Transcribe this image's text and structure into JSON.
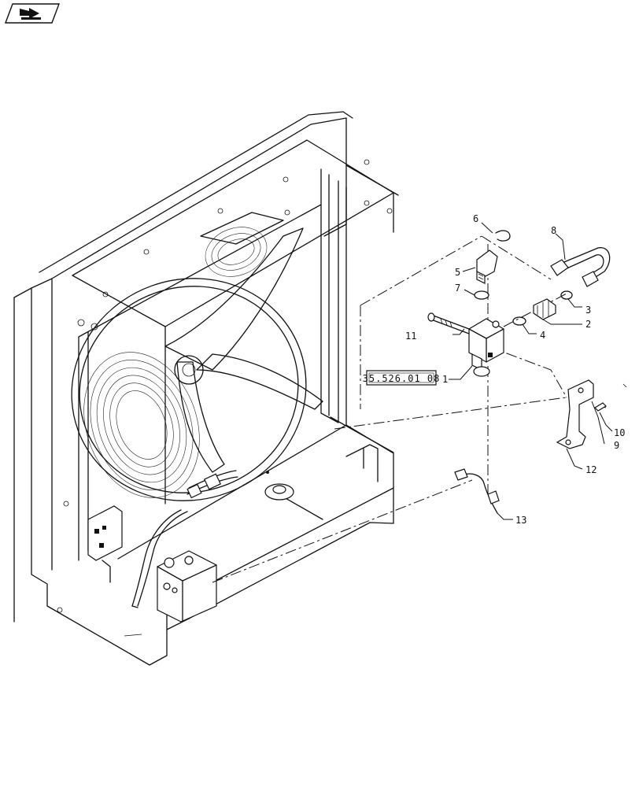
{
  "nav_icon": {
    "name": "back-arrow-icon"
  },
  "reference_box": {
    "label": "35.526.01 08"
  },
  "callouts": [
    {
      "id": "1",
      "label": "1"
    },
    {
      "id": "2",
      "label": "2"
    },
    {
      "id": "3",
      "label": "3"
    },
    {
      "id": "4",
      "label": "4"
    },
    {
      "id": "5",
      "label": "5"
    },
    {
      "id": "6",
      "label": "6"
    },
    {
      "id": "7",
      "label": "7"
    },
    {
      "id": "8",
      "label": "8"
    },
    {
      "id": "9",
      "label": "9"
    },
    {
      "id": "10",
      "label": "10"
    },
    {
      "id": "11",
      "label": "11"
    },
    {
      "id": "12",
      "label": "12"
    },
    {
      "id": "13",
      "label": "13"
    }
  ]
}
